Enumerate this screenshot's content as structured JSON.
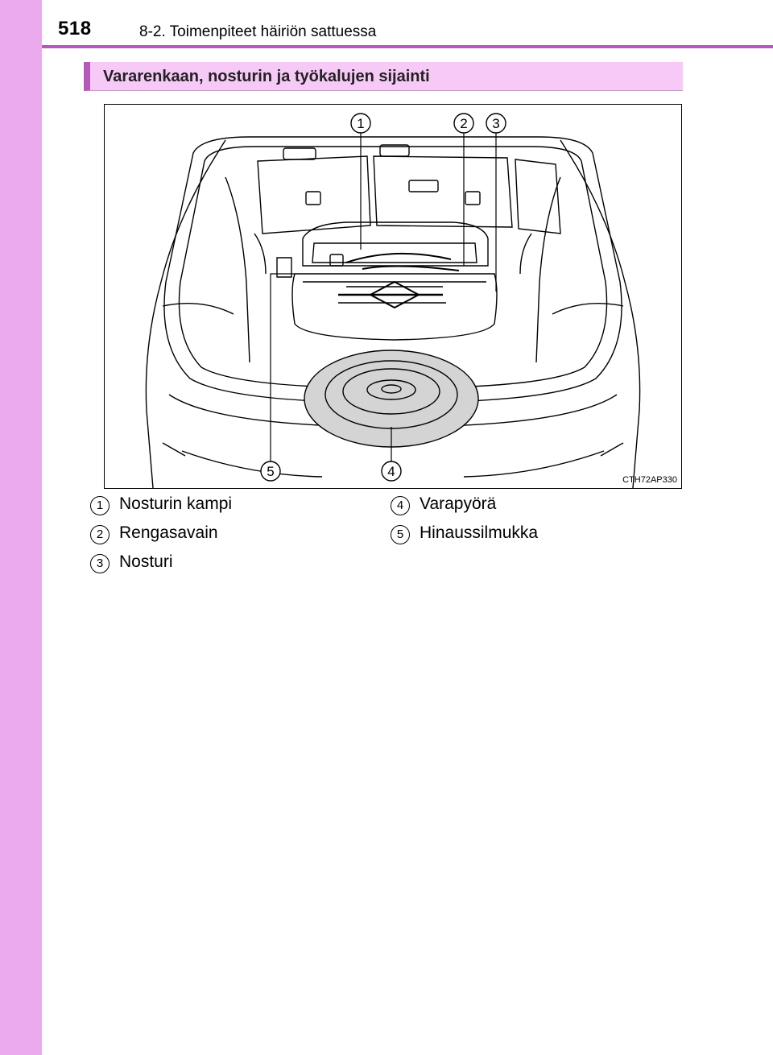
{
  "header": {
    "page_number": "518",
    "chapter_title": "8-2. Toimenpiteet häiriön sattuessa"
  },
  "section": {
    "heading": "Vararenkaan, nosturin ja työkalujen sijainti"
  },
  "figure": {
    "code": "CTH72AP330",
    "callouts": [
      "1",
      "2",
      "3",
      "4",
      "5"
    ]
  },
  "legend": [
    {
      "num": "1",
      "label": "Nosturin kampi"
    },
    {
      "num": "2",
      "label": "Rengasavain"
    },
    {
      "num": "3",
      "label": "Nosturi"
    },
    {
      "num": "4",
      "label": "Varapyörä"
    },
    {
      "num": "5",
      "label": "Hinaussilmukka"
    }
  ],
  "colors": {
    "left_bar": "#ecaaee",
    "accent": "#b55ab9",
    "heading_bg": "#f6c9f7",
    "tire_fill": "#d4d4d4"
  }
}
